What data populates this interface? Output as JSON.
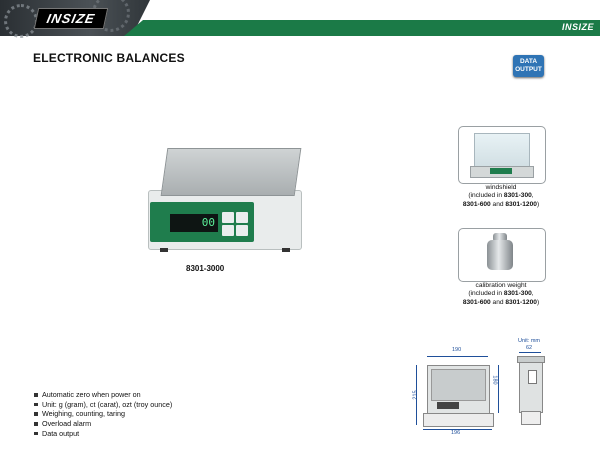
{
  "header": {
    "brand": "INSIZE",
    "brand_small": "INSIZE",
    "colors": {
      "band": "#1b7a47",
      "dark": "#2a2f33"
    }
  },
  "page_title": "ELECTRONIC BALANCES",
  "data_output_badge": {
    "line1": "DATA",
    "line2": "OUTPUT",
    "color": "#2f74b5"
  },
  "product": {
    "display_reading": "00",
    "model": "8301-3000"
  },
  "accessories": [
    {
      "icon": "windshield-image",
      "name": "windshield",
      "line1_prefix": "(included in ",
      "line1_bold": "8301-300",
      "line1_suffix": ",",
      "line2_bold_a": "8301-600",
      "line2_mid": " and ",
      "line2_bold_b": "8301-1200",
      "line2_suffix": ")"
    },
    {
      "icon": "calibration-weight-image",
      "name": "calibration weight",
      "line1_prefix": "(included in ",
      "line1_bold": "8301-300",
      "line1_suffix": ",",
      "line2_bold_a": "8301-600",
      "line2_mid": " and ",
      "line2_bold_b": "8301-1200",
      "line2_suffix": ")"
    }
  ],
  "drawing": {
    "unit_label": "Unit: mm",
    "width_top": "190",
    "height_left": "215",
    "height_right": "180",
    "width_bottom": "196",
    "depth_side": "62"
  },
  "features": [
    "Automatic zero when power on",
    "Unit: g (gram), ct (carat), ozt (troy ounce)",
    "Weighing, counting, taring",
    "Overload alarm",
    "Data output"
  ]
}
